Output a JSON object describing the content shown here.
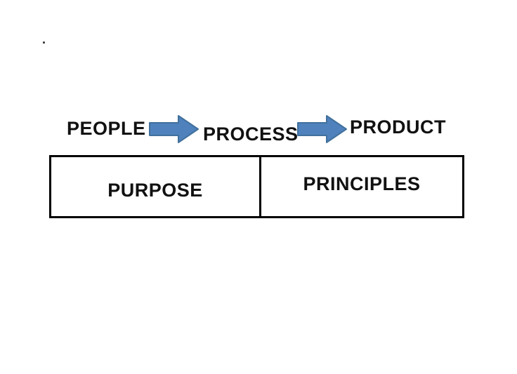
{
  "page": {
    "dot": "."
  },
  "flow": {
    "people_label": "PEOPLE",
    "process_label": "PROCESS",
    "product_label": "PRODUCT",
    "arrow_fill": "#4F81BD",
    "arrow_stroke": "#41719C"
  },
  "boxes": {
    "purpose_label": "PURPOSE",
    "principles_label": "PRINCIPLES",
    "border_color": "#000000"
  }
}
